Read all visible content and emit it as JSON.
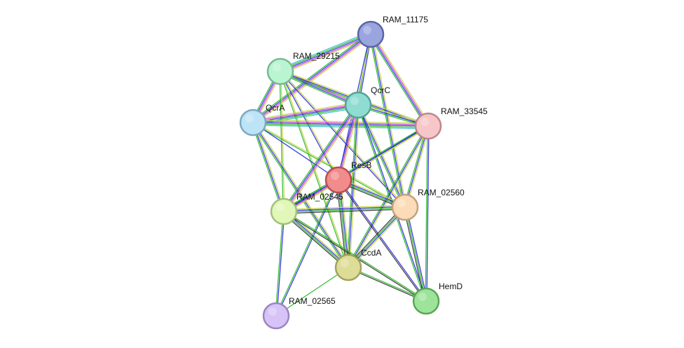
{
  "network": {
    "nodes": [
      {
        "id": "RAM_11175",
        "label": "RAM_11175",
        "fill": "#9aa4df",
        "stroke": "#5a64a8"
      },
      {
        "id": "RAM_29215",
        "label": "RAM_29215",
        "fill": "#b8f5d0",
        "stroke": "#79b893"
      },
      {
        "id": "QcrC",
        "label": "QcrC",
        "fill": "#8fdcd2",
        "stroke": "#56a197"
      },
      {
        "id": "QcrA",
        "label": "QcrA",
        "fill": "#bde3f7",
        "stroke": "#7ea8c0"
      },
      {
        "id": "RAM_33545",
        "label": "RAM_33545",
        "fill": "#f7c6c8",
        "stroke": "#c08789"
      },
      {
        "id": "ResB",
        "label": "ResB",
        "fill": "#f28b8b",
        "stroke": "#b64f4f"
      },
      {
        "id": "RAM_02545",
        "label": "RAM_02545",
        "fill": "#e0f7b8",
        "stroke": "#a3bf7c"
      },
      {
        "id": "RAM_02560",
        "label": "RAM_02560",
        "fill": "#fcdcb8",
        "stroke": "#c4a07c"
      },
      {
        "id": "CcdA",
        "label": "CcdA",
        "fill": "#dedd97",
        "stroke": "#a3a25c"
      },
      {
        "id": "HemD",
        "label": "HemD",
        "fill": "#9ee39a",
        "stroke": "#5aa656"
      },
      {
        "id": "RAM_02565",
        "label": "RAM_02565",
        "fill": "#d7c3f7",
        "stroke": "#9a86bf"
      }
    ],
    "edge_colors": {
      "neighborhood": "#2a2ae0",
      "cooccurrence": "#22b822",
      "textmining": "#c8d24c",
      "experiments": "#d23cd2",
      "coexpression": "#333333",
      "database": "#30c0c0"
    },
    "edges": [
      {
        "source": "RAM_11175",
        "target": "RAM_29215",
        "types": [
          "textmining",
          "experiments",
          "neighborhood",
          "cooccurrence",
          "database"
        ]
      },
      {
        "source": "RAM_11175",
        "target": "QcrA",
        "types": [
          "textmining",
          "experiments",
          "neighborhood",
          "cooccurrence"
        ]
      },
      {
        "source": "RAM_11175",
        "target": "QcrC",
        "types": [
          "neighborhood",
          "cooccurrence"
        ]
      },
      {
        "source": "RAM_11175",
        "target": "RAM_33545",
        "types": [
          "textmining",
          "experiments",
          "neighborhood",
          "cooccurrence"
        ]
      },
      {
        "source": "RAM_11175",
        "target": "RAM_02560",
        "types": [
          "textmining",
          "neighborhood",
          "cooccurrence"
        ]
      },
      {
        "source": "RAM_11175",
        "target": "ResB",
        "types": [
          "textmining",
          "neighborhood"
        ]
      },
      {
        "source": "RAM_29215",
        "target": "QcrA",
        "types": [
          "textmining",
          "experiments",
          "neighborhood",
          "cooccurrence"
        ]
      },
      {
        "source": "RAM_29215",
        "target": "QcrC",
        "types": [
          "textmining",
          "experiments",
          "neighborhood",
          "cooccurrence"
        ]
      },
      {
        "source": "RAM_29215",
        "target": "RAM_33545",
        "types": [
          "textmining",
          "neighborhood",
          "cooccurrence"
        ]
      },
      {
        "source": "RAM_29215",
        "target": "ResB",
        "types": [
          "textmining",
          "neighborhood"
        ]
      },
      {
        "source": "RAM_29215",
        "target": "RAM_02545",
        "types": [
          "textmining",
          "cooccurrence"
        ]
      },
      {
        "source": "RAM_29215",
        "target": "RAM_02560",
        "types": [
          "textmining",
          "neighborhood"
        ]
      },
      {
        "source": "RAM_29215",
        "target": "CcdA",
        "types": [
          "textmining",
          "cooccurrence"
        ]
      },
      {
        "source": "QcrA",
        "target": "QcrC",
        "types": [
          "textmining",
          "experiments",
          "neighborhood",
          "cooccurrence",
          "database"
        ]
      },
      {
        "source": "QcrA",
        "target": "RAM_33545",
        "types": [
          "textmining",
          "experiments",
          "neighborhood",
          "cooccurrence",
          "database"
        ]
      },
      {
        "source": "QcrA",
        "target": "ResB",
        "types": [
          "neighborhood"
        ]
      },
      {
        "source": "QcrA",
        "target": "RAM_02545",
        "types": [
          "textmining",
          "neighborhood",
          "cooccurrence"
        ]
      },
      {
        "source": "QcrA",
        "target": "CcdA",
        "types": [
          "textmining",
          "neighborhood",
          "cooccurrence"
        ]
      },
      {
        "source": "QcrA",
        "target": "RAM_02560",
        "types": [
          "textmining",
          "cooccurrence"
        ]
      },
      {
        "source": "QcrC",
        "target": "RAM_33545",
        "types": [
          "textmining",
          "neighborhood",
          "cooccurrence"
        ]
      },
      {
        "source": "QcrC",
        "target": "ResB",
        "types": [
          "textmining",
          "experiments",
          "neighborhood"
        ]
      },
      {
        "source": "QcrC",
        "target": "RAM_02545",
        "types": [
          "textmining",
          "experiments",
          "neighborhood",
          "cooccurrence"
        ]
      },
      {
        "source": "QcrC",
        "target": "RAM_02560",
        "types": [
          "textmining",
          "neighborhood",
          "cooccurrence"
        ]
      },
      {
        "source": "QcrC",
        "target": "CcdA",
        "types": [
          "textmining",
          "neighborhood",
          "cooccurrence"
        ]
      },
      {
        "source": "QcrC",
        "target": "HemD",
        "types": [
          "neighborhood",
          "cooccurrence"
        ]
      },
      {
        "source": "RAM_33545",
        "target": "ResB",
        "types": [
          "textmining",
          "neighborhood"
        ]
      },
      {
        "source": "RAM_33545",
        "target": "RAM_02545",
        "types": [
          "textmining",
          "neighborhood",
          "cooccurrence"
        ]
      },
      {
        "source": "RAM_33545",
        "target": "RAM_02560",
        "types": [
          "textmining",
          "neighborhood",
          "cooccurrence"
        ]
      },
      {
        "source": "RAM_33545",
        "target": "CcdA",
        "types": [
          "textmining",
          "neighborhood",
          "cooccurrence"
        ]
      },
      {
        "source": "RAM_33545",
        "target": "HemD",
        "types": [
          "neighborhood",
          "cooccurrence"
        ]
      },
      {
        "source": "ResB",
        "target": "RAM_02545",
        "types": [
          "textmining",
          "experiments",
          "neighborhood",
          "cooccurrence"
        ]
      },
      {
        "source": "ResB",
        "target": "RAM_02560",
        "types": [
          "textmining",
          "neighborhood",
          "cooccurrence",
          "coexpression"
        ]
      },
      {
        "source": "ResB",
        "target": "CcdA",
        "types": [
          "textmining",
          "neighborhood",
          "cooccurrence",
          "coexpression"
        ]
      },
      {
        "source": "ResB",
        "target": "HemD",
        "types": [
          "neighborhood",
          "coexpression"
        ]
      },
      {
        "source": "ResB",
        "target": "RAM_02565",
        "types": [
          "neighborhood",
          "cooccurrence"
        ]
      },
      {
        "source": "RAM_02545",
        "target": "RAM_02560",
        "types": [
          "textmining",
          "neighborhood",
          "cooccurrence",
          "coexpression"
        ]
      },
      {
        "source": "RAM_02545",
        "target": "CcdA",
        "types": [
          "textmining",
          "neighborhood",
          "cooccurrence",
          "coexpression"
        ]
      },
      {
        "source": "RAM_02545",
        "target": "HemD",
        "types": [
          "cooccurrence",
          "coexpression"
        ]
      },
      {
        "source": "RAM_02545",
        "target": "RAM_02565",
        "types": [
          "neighborhood",
          "cooccurrence"
        ]
      },
      {
        "source": "RAM_02560",
        "target": "CcdA",
        "types": [
          "textmining",
          "neighborhood",
          "cooccurrence",
          "coexpression"
        ]
      },
      {
        "source": "RAM_02560",
        "target": "HemD",
        "types": [
          "neighborhood",
          "cooccurrence",
          "coexpression"
        ]
      },
      {
        "source": "CcdA",
        "target": "HemD",
        "types": [
          "cooccurrence",
          "coexpression"
        ]
      },
      {
        "source": "CcdA",
        "target": "RAM_02565",
        "types": [
          "cooccurrence"
        ]
      }
    ]
  }
}
